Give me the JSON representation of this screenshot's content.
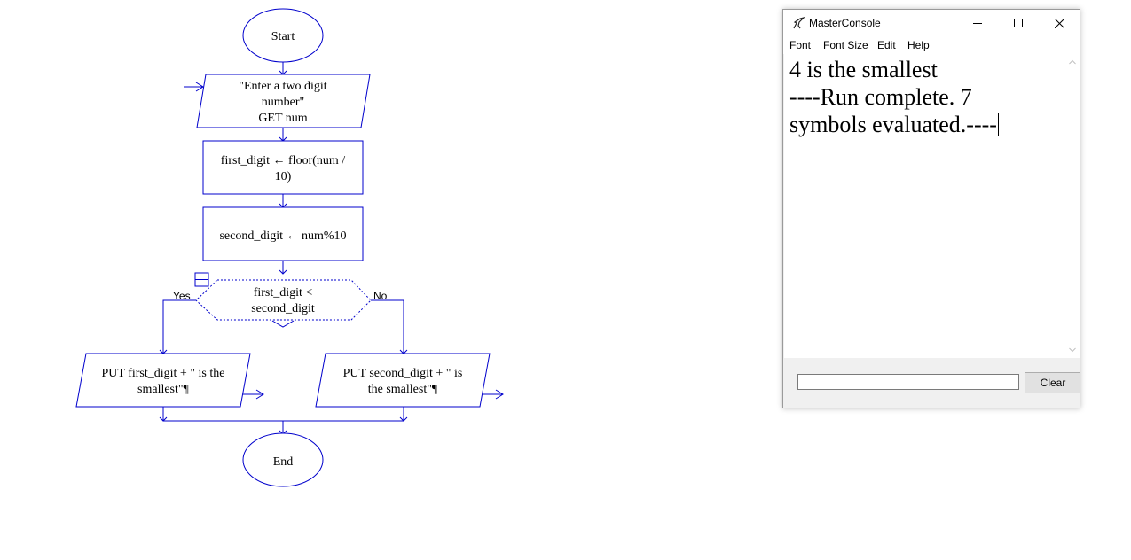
{
  "flowchart": {
    "start_label": "Start",
    "end_label": "End",
    "input_lines": [
      "\"Enter a two digit",
      "number\"",
      "GET num"
    ],
    "assign1_lines": [
      "first_digit ← floor(num /",
      "10)"
    ],
    "assign2_lines": [
      "second_digit ← num%10"
    ],
    "decision_lines": [
      "first_digit <",
      "second_digit"
    ],
    "yes_label": "Yes",
    "no_label": "No",
    "output_yes_lines": [
      "PUT first_digit  +  \" is the",
      "smallest\"¶"
    ],
    "output_no_lines": [
      "PUT second_digit  +  \" is",
      "the smallest\"¶"
    ],
    "stroke_color": "#0000cc"
  },
  "console": {
    "title": "MasterConsole",
    "menu": [
      "Font",
      "Font Size",
      "Edit",
      "Help"
    ],
    "output_lines": [
      "4 is the smallest",
      "----Run complete.  7",
      "symbols evaluated.----"
    ],
    "input_value": "",
    "clear_label": "Clear"
  }
}
